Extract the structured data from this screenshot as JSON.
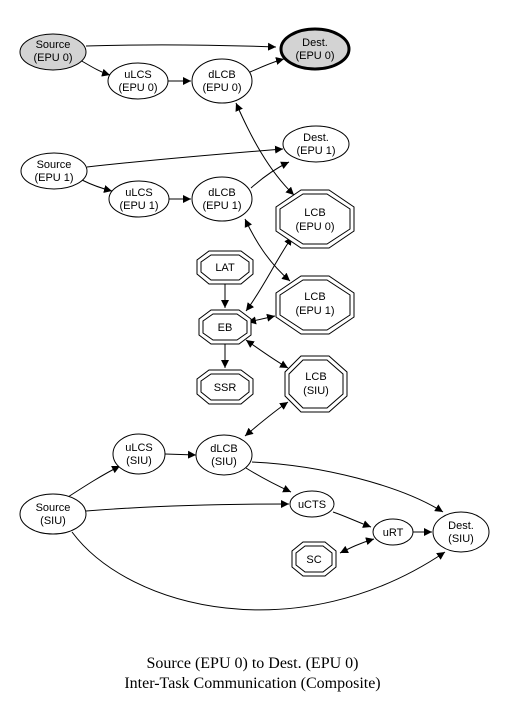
{
  "nodes": {
    "src_epu0": {
      "line1": "Source",
      "line2": "(EPU 0)"
    },
    "dest_epu0": {
      "line1": "Dest.",
      "line2": "(EPU 0)"
    },
    "ulcs_epu0": {
      "line1": "uLCS",
      "line2": "(EPU 0)"
    },
    "dlcb_epu0": {
      "line1": "dLCB",
      "line2": "(EPU 0)"
    },
    "src_epu1": {
      "line1": "Source",
      "line2": "(EPU 1)"
    },
    "dest_epu1": {
      "line1": "Dest.",
      "line2": "(EPU 1)"
    },
    "ulcs_epu1": {
      "line1": "uLCS",
      "line2": "(EPU 1)"
    },
    "dlcb_epu1": {
      "line1": "dLCB",
      "line2": "(EPU 1)"
    },
    "lcb_epu0": {
      "line1": "LCB",
      "line2": "(EPU 0)"
    },
    "lcb_epu1": {
      "line1": "LCB",
      "line2": "(EPU 1)"
    },
    "lat": {
      "line1": "LAT"
    },
    "eb": {
      "line1": "EB"
    },
    "ssr": {
      "line1": "SSR"
    },
    "lcb_siu": {
      "line1": "LCB",
      "line2": "(SIU)"
    },
    "ulcs_siu": {
      "line1": "uLCS",
      "line2": "(SIU)"
    },
    "dlcb_siu": {
      "line1": "dLCB",
      "line2": "(SIU)"
    },
    "src_siu": {
      "line1": "Source",
      "line2": "(SIU)"
    },
    "ucts": {
      "line1": "uCTS"
    },
    "urt": {
      "line1": "uRT"
    },
    "sc": {
      "line1": "SC"
    },
    "dest_siu": {
      "line1": "Dest.",
      "line2": "(SIU)"
    }
  },
  "caption": {
    "line1": "Source (EPU 0) to Dest. (EPU 0)",
    "line2": "Inter-Task Communication (Composite)"
  },
  "colors": {
    "highlight_fill": "#d3d3d3",
    "stroke": "#000000",
    "background": "#ffffff"
  }
}
